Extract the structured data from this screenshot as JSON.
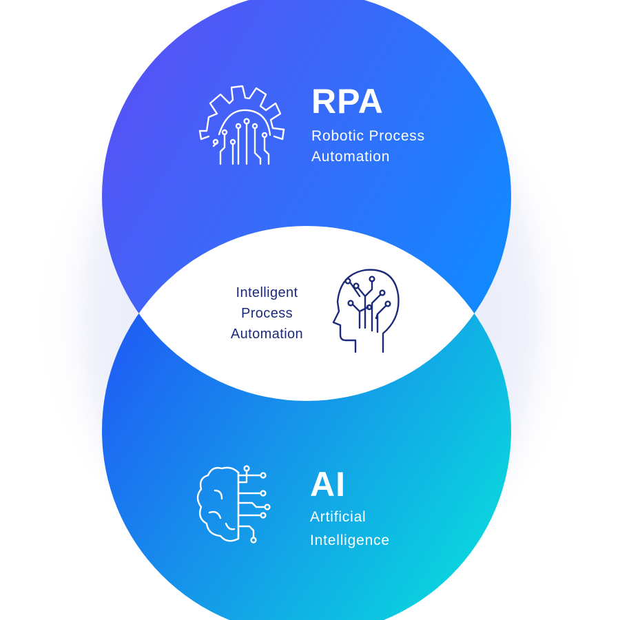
{
  "diagram": {
    "top_circle": {
      "title": "RPA",
      "subtitle_lines": [
        "Robotic Process",
        "Automation"
      ],
      "icon": "gear-circuit-icon"
    },
    "bottom_circle": {
      "title": "AI",
      "subtitle_lines": [
        "Artificial",
        "Intelligence"
      ],
      "icon": "brain-circuit-icon"
    },
    "intersection": {
      "label_lines": [
        "Intelligent",
        "Process",
        "Automation"
      ],
      "icon": "head-circuit-icon"
    }
  },
  "colors": {
    "top_gradient": [
      "#5a4ff5",
      "#0f8bff"
    ],
    "bottom_gradient": [
      "#1f5cf5",
      "#08e0dc"
    ],
    "intersection_fill": "#ffffff",
    "intersection_text": "#1c2a7a",
    "label_text": "#ffffff"
  }
}
